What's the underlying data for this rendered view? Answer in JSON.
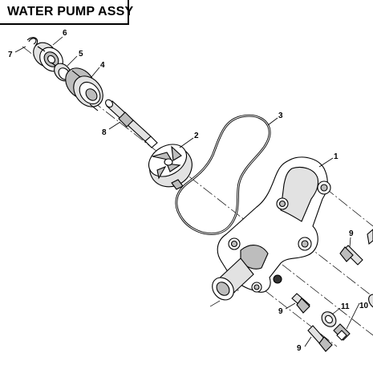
{
  "title": "WATER PUMP ASSY",
  "callouts": {
    "c1": "1",
    "c2": "2",
    "c3": "3",
    "c4": "4",
    "c5": "5",
    "c6": "6",
    "c7": "7",
    "c8": "8",
    "c9a": "9",
    "c9b": "9",
    "c9c": "9",
    "c10": "10",
    "c11": "11"
  },
  "colors": {
    "line": "#000000",
    "background": "#ffffff",
    "shade": "#bdbdbd",
    "light_shade": "#e2e2e2"
  }
}
